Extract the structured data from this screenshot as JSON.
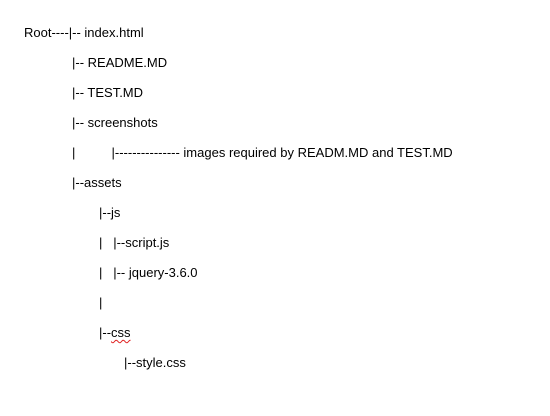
{
  "document": {
    "lines": [
      {
        "text": "Root----|-- index.html"
      },
      {
        "text": "|-- README.MD"
      },
      {
        "text": "|-- TEST.MD"
      },
      {
        "text": "|-- screenshots"
      },
      {
        "text": "|          |--------------- images required by READM.MD and TEST.MD"
      },
      {
        "text": "|--assets"
      },
      {
        "text": "|--js"
      },
      {
        "text": "|   |--script.js"
      },
      {
        "text": "|   |-- jquery-3.6.0"
      },
      {
        "text": "|"
      },
      {
        "prefix": "|--",
        "flagged": "css"
      },
      {
        "text": "|--style.css"
      }
    ]
  },
  "colors": {
    "background": "#ffffff",
    "text": "#000000",
    "spellcheck_underline": "#e02020"
  }
}
